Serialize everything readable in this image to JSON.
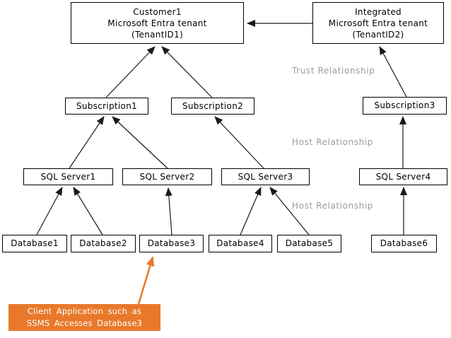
{
  "diagram": {
    "nodes": {
      "tenant1": {
        "line1": "Customer1",
        "line2": "Microsoft Entra tenant",
        "line3": "(TenantID1)"
      },
      "tenant2": {
        "line1": "Integrated",
        "line2": "Microsoft Entra tenant",
        "line3": "(TenantID2)"
      },
      "subscription1": {
        "label": "Subscription1"
      },
      "subscription2": {
        "label": "Subscription2"
      },
      "subscription3": {
        "label": "Subscription3"
      },
      "sqlserver1": {
        "label": "SQL Server1"
      },
      "sqlserver2": {
        "label": "SQL Server2"
      },
      "sqlserver3": {
        "label": "SQL Server3"
      },
      "sqlserver4": {
        "label": "SQL Server4"
      },
      "database1": {
        "label": "Database1"
      },
      "database2": {
        "label": "Database2"
      },
      "database3": {
        "label": "Database3"
      },
      "database4": {
        "label": "Database4"
      },
      "database5": {
        "label": "Database5"
      },
      "database6": {
        "label": "Database6"
      }
    },
    "relationship_labels": {
      "trust": "Trust Relationship",
      "host_upper": "Host Relationship",
      "host_lower": "Host Relationship"
    },
    "callout": {
      "line1": "Client Application such as",
      "line2": "SSMS Accesses Database3"
    },
    "colors": {
      "callout_orange": "#E8792B",
      "relationship_label_gray": "#9C9C9C",
      "connector_black": "#1A1A1A",
      "node_border": "#000000",
      "node_fill": "#FFFFFF"
    }
  }
}
